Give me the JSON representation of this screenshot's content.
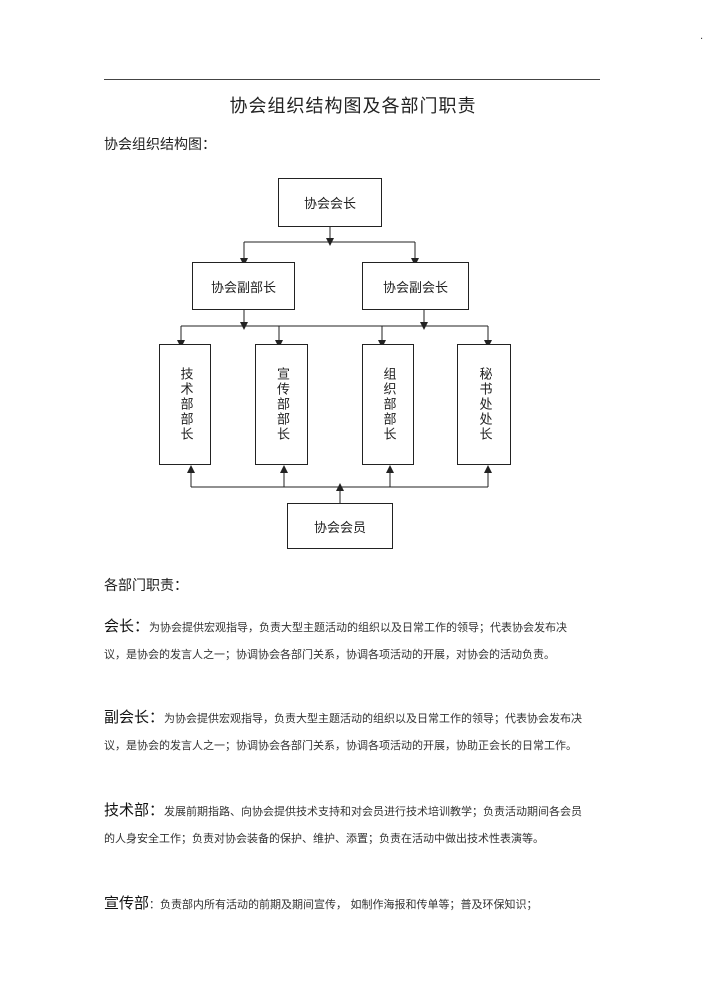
{
  "page_mark": "·",
  "title": "协会组织结构图及各部门职责",
  "chart_caption": "协会组织结构图：",
  "org": {
    "president": "协会会长",
    "vice_president": "协会副部长",
    "vice_president_2": "协会副会长",
    "departments": [
      "技术部部长",
      "宣传部部长",
      "组织部部长",
      "秘书处处长"
    ],
    "members": "协会会员"
  },
  "duties_heading": "各部门职责：",
  "duties": [
    {
      "role": "会长：",
      "text": "为协会提供宏观指导，负责大型主题活动的组织以及日常工作的领导；代表协会发布决议，是协会的发言人之一；协调协会各部门关系，协调各项活动的开展，对协会的活动负责。"
    },
    {
      "role": "副会长：",
      "text": "为协会提供宏观指导，负责大型主题活动的组织以及日常工作的领导；代表协会发布决议，是协会的发言人之一；协调协会各部门关系，协调各项活动的开展，协助正会长的日常工作。"
    },
    {
      "role": "技术部：",
      "text": "发展前期指路、向协会提供技术支持和对会员进行技术培训教学；负责活动期间各会员的人身安全工作；负责对协会装备的保护、维护、添置；负责在活动中做出技术性表演等。"
    },
    {
      "role": "宣传部",
      "text": "：负责部内所有活动的前期及期间宣传， 如制作海报和传单等；普及环保知识；"
    }
  ]
}
